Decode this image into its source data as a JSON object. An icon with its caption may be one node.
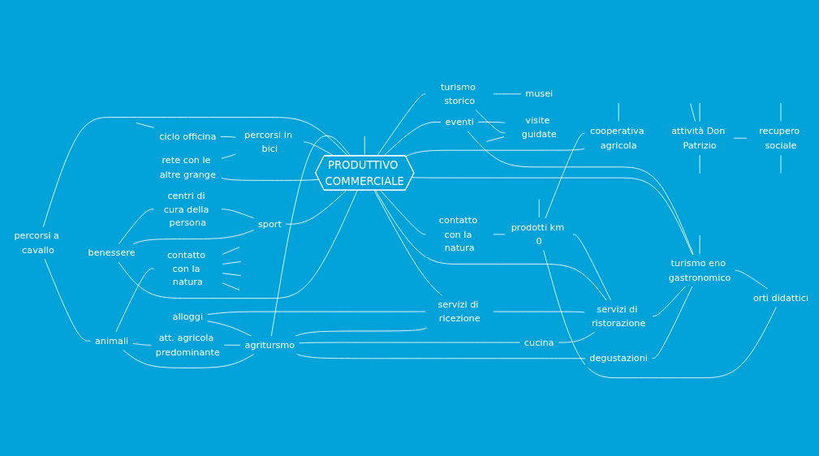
{
  "diagram": {
    "nodes": [
      {
        "text": [
          "benessere"
        ]
      },
      {
        "text": [
          "centri di cura della persona"
        ]
      },
      {
        "text": [
          "rete con le altre grange"
        ]
      },
      {
        "text": [
          "sport"
        ]
      },
      {
        "text": [
          "ciclo officina"
        ]
      },
      {
        "text": [
          "musei"
        ]
      },
      {
        "text": [
          "percorsi in bici"
        ]
      },
      {
        "text": [
          "turismo storico"
        ]
      },
      {
        "text": [
          "visite guidate"
        ]
      },
      {
        "text": [
          "percorsi a cavallo"
        ]
      },
      {
        "text": [
          "animali"
        ]
      },
      {
        "text": [
          "PRODUTTIVO COMMERCIALE"
        ]
      },
      {
        "text": [
          "eventi"
        ]
      },
      {
        "text": [
          "att. agricola predominante"
        ]
      },
      {
        "text": [
          "agritursmo"
        ]
      },
      {
        "text": [
          "alloggi"
        ]
      },
      {
        "text": [
          "contatto con la natura"
        ]
      },
      {
        "text": [
          "cucina"
        ]
      },
      {
        "text": [
          "servizi di ricezione"
        ]
      },
      {
        "text": [
          "degustazioni"
        ]
      },
      {
        "text": [
          "turismo eno gastronomico"
        ]
      },
      {
        "text": [
          "prodotti km 0"
        ]
      },
      {
        "text": [
          "servizi di ristorazione"
        ]
      },
      {
        "text": [
          "attività Don Patrizio"
        ]
      },
      {
        "text": [
          "orti didattici"
        ]
      },
      {
        "text": [
          "contatto con la natura"
        ]
      },
      {
        "text": [
          "recupero sociale"
        ]
      },
      {
        "text": [
          "cooperativa agricola"
        ]
      }
    ],
    "edges": [
      {
        "from": 0,
        "to": 1,
        "arrow": "none"
      },
      {
        "from": 0,
        "to": 3,
        "arrow": "none"
      },
      {
        "from": 1,
        "to": 3,
        "arrow": "none"
      },
      {
        "from": 0,
        "to": 11,
        "arrow": "none"
      },
      {
        "from": 3,
        "to": 11,
        "arrow": "none"
      },
      {
        "from": 2,
        "to": 6,
        "arrow": "none"
      },
      {
        "from": 2,
        "to": 11,
        "arrow": "none"
      },
      {
        "from": 4,
        "to": 6,
        "arrow": "none"
      },
      {
        "from": 4,
        "to": null,
        "arrow": "none"
      },
      {
        "from": 6,
        "to": 11,
        "arrow": "none"
      },
      {
        "from": 9,
        "to": 10,
        "arrow": "none"
      },
      {
        "from": 9,
        "to": 11,
        "arrow": "none"
      },
      {
        "from": 10,
        "to": 14,
        "arrow": "none"
      },
      {
        "from": 10,
        "to": 13,
        "arrow": "none"
      },
      {
        "from": 10,
        "to": 25,
        "arrow": "none"
      },
      {
        "from": 13,
        "to": 14,
        "arrow": "none"
      },
      {
        "from": 15,
        "to": 14,
        "arrow": "none"
      },
      {
        "from": 14,
        "to": 17,
        "arrow": "none"
      },
      {
        "from": 14,
        "to": 19,
        "arrow": "none"
      },
      {
        "from": 14,
        "to": 18,
        "arrow": "none"
      },
      {
        "from": 14,
        "to": 11,
        "arrow": "none"
      },
      {
        "from": 15,
        "to": 18,
        "arrow": "none"
      },
      {
        "from": 17,
        "to": 22,
        "arrow": "none"
      },
      {
        "from": 19,
        "to": 20,
        "arrow": "none"
      },
      {
        "from": 18,
        "to": 22,
        "arrow": "none"
      },
      {
        "from": 11,
        "to": 22,
        "arrow": "none"
      },
      {
        "from": 21,
        "to": 22,
        "arrow": "none"
      },
      {
        "from": 11,
        "to": 18,
        "arrow": "none"
      },
      {
        "from": 22,
        "to": 20,
        "arrow": "none"
      },
      {
        "from": 11,
        "to": 20,
        "arrow": "none"
      },
      {
        "from": 11,
        "to": null,
        "arrow": "none"
      },
      {
        "from": 11,
        "to": 27,
        "arrow": "none"
      },
      {
        "from": 11,
        "to": 16,
        "arrow": "none"
      },
      {
        "from": 11,
        "to": 7,
        "arrow": "none"
      },
      {
        "from": 11,
        "to": 12,
        "arrow": "none"
      },
      {
        "from": 7,
        "to": 5,
        "arrow": "none"
      },
      {
        "from": 7,
        "to": 8,
        "arrow": "none"
      },
      {
        "from": 12,
        "to": 8,
        "arrow": "none"
      },
      {
        "from": 8,
        "to": null,
        "arrow": "none"
      },
      {
        "from": 12,
        "to": 20,
        "arrow": "none"
      },
      {
        "from": 16,
        "to": 21,
        "arrow": "none"
      },
      {
        "from": 20,
        "to": null,
        "arrow": "none"
      },
      {
        "from": 21,
        "to": 24,
        "arrow": "none"
      },
      {
        "from": 21,
        "to": 27,
        "arrow": "none"
      },
      {
        "from": 21,
        "to": null,
        "arrow": "none"
      },
      {
        "from": 20,
        "to": 24,
        "arrow": "none"
      },
      {
        "from": 27,
        "to": null,
        "arrow": "none"
      },
      {
        "from": 23,
        "to": 26,
        "arrow": "none"
      },
      {
        "from": 23,
        "to": null,
        "arrow": "none"
      },
      {
        "from": 23,
        "to": null,
        "arrow": "none"
      },
      {
        "from": 23,
        "to": null,
        "arrow": "none"
      },
      {
        "from": 26,
        "to": null,
        "arrow": "none"
      },
      {
        "from": 26,
        "to": null,
        "arrow": "none"
      },
      {
        "from": 25,
        "to": null,
        "arrow": "none"
      },
      {
        "from": 25,
        "to": null,
        "arrow": "none"
      },
      {
        "from": 25,
        "to": null,
        "arrow": "none"
      },
      {
        "from": 25,
        "to": null,
        "arrow": "none"
      }
    ]
  }
}
